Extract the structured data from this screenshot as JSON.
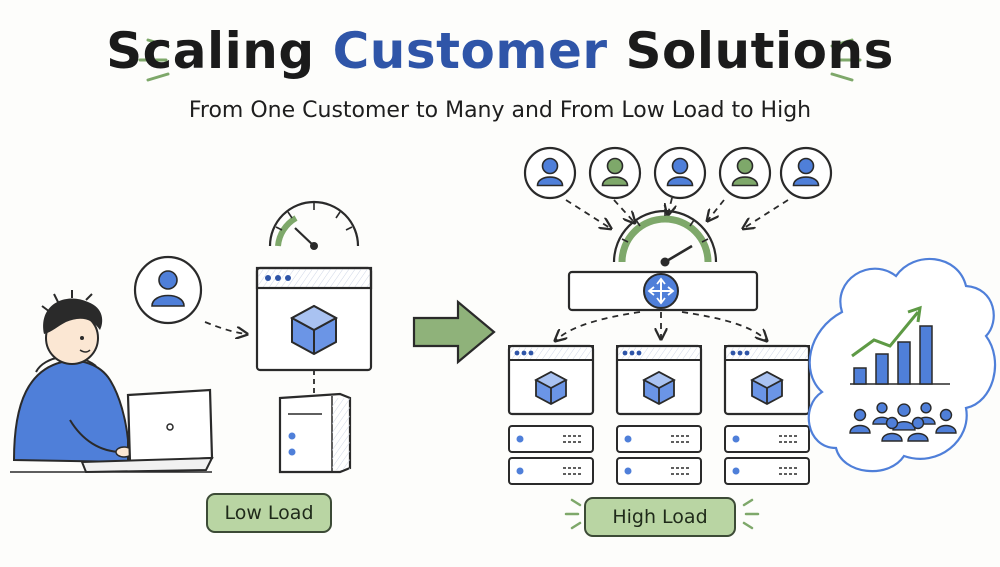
{
  "title": {
    "prefix": "Scaling",
    "accent": "Customer",
    "suffix": "Solutions"
  },
  "subtitle": "From One Customer to Many and From Low Load to High",
  "low_load_label": "Low Load",
  "high_load_label": "High Load",
  "colors": {
    "blue": "#4f7fd9",
    "green": "#7ea86a",
    "pill": "#b9d5a3",
    "ink": "#2a2a2a",
    "cloud": "#4f7fd9"
  },
  "icons": {
    "customer_single": "user-icon",
    "customers_many": [
      "user-icon",
      "user-icon",
      "user-icon",
      "user-icon",
      "user-icon"
    ],
    "gauge": "speedometer-icon",
    "load_balancer": "arrows-move-icon",
    "app": "cube-icon",
    "trend": "bar-chart-trend-icon",
    "crowd": "people-group-icon"
  }
}
